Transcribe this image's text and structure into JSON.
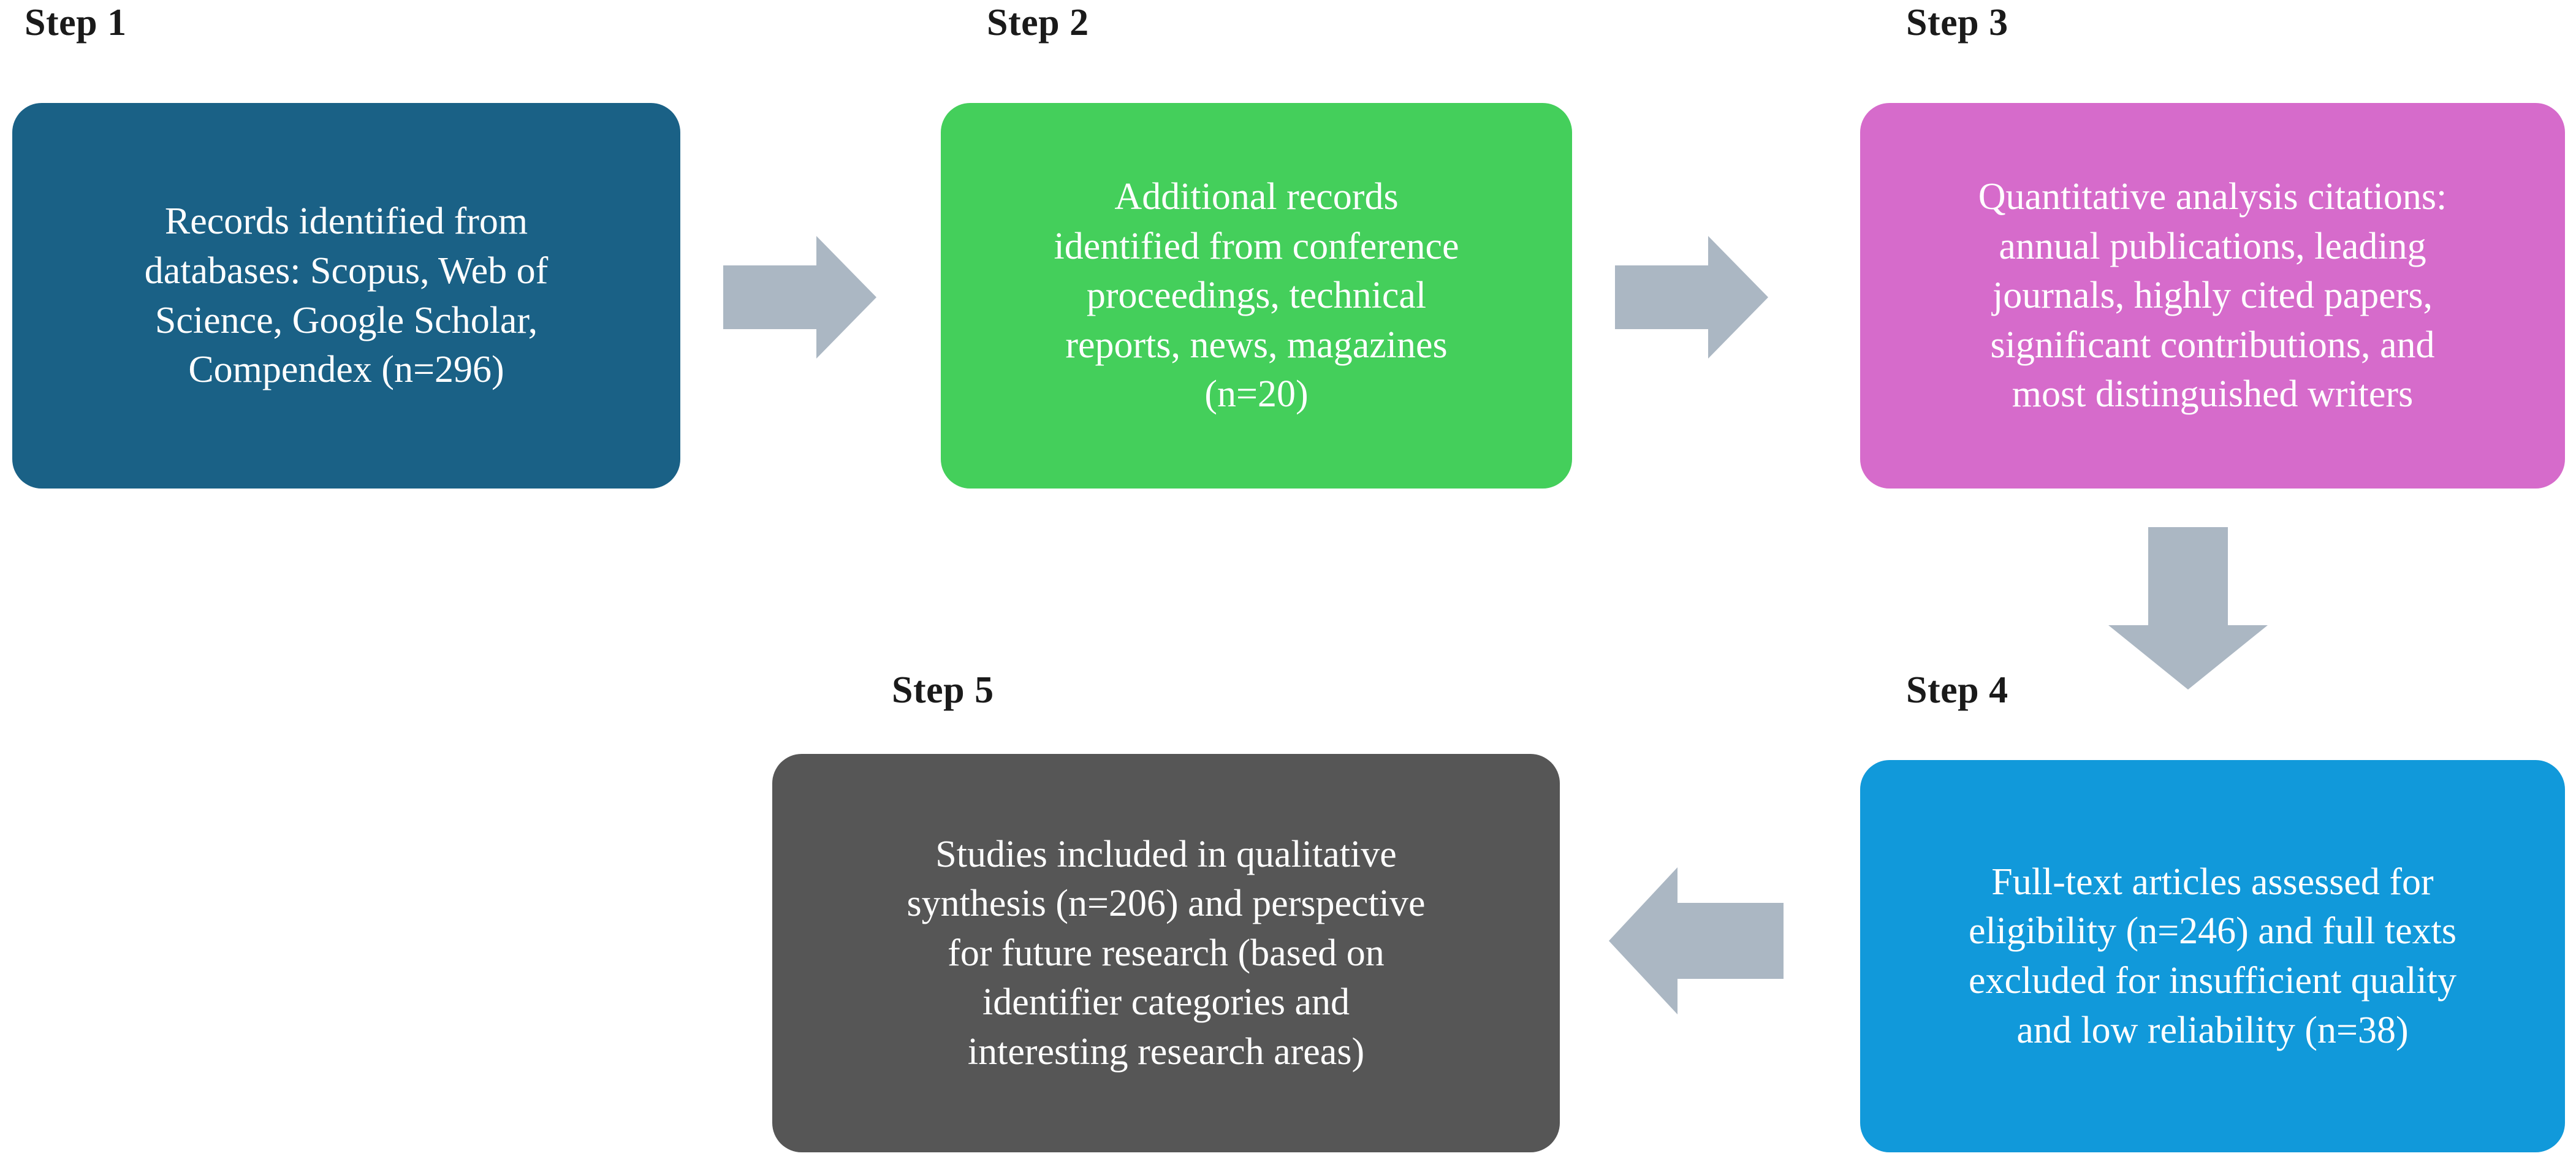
{
  "diagram": {
    "type": "flowchart",
    "title": "",
    "background_color": "#ffffff",
    "arrow_color": "#abb7c3",
    "steps": [
      {
        "label": "Step 1",
        "color": "#1a6186",
        "text": "Records identified from\ndatabases:  Scopus, Web of\nScience, Google Scholar,\nCompendex (n=296)",
        "n": "296"
      },
      {
        "label": "Step 2",
        "color": "#44cf5b",
        "text": "Additional records\nidentified from conference\nproceedings, technical\nreports, news, magazines\n(n=20)",
        "n": "20"
      },
      {
        "label": "Step 3",
        "color": "#d66bcb",
        "text": "Quantitative analysis citations:\nannual publications, leading\njournals, highly cited papers,\nsignificant contributions, and\nmost distinguished writers",
        "n": ""
      },
      {
        "label": "Step 4",
        "color": "#1199da",
        "text": "Full-text articles assessed for\neligibility (n=246) and full texts\nexcluded for insufficient quality\nand low reliability (n=38)",
        "n": "246"
      },
      {
        "label": "Step 5",
        "color": "#565656",
        "text": "Studies included in qualitative\nsynthesis (n=206) and perspective\nfor future research (based on\nidentifier categories and\ninteresting research areas)",
        "n": "206"
      }
    ],
    "connectors": [
      {
        "name": "arrow-step1-to-step2",
        "direction": "right"
      },
      {
        "name": "arrow-step2-to-step3",
        "direction": "right"
      },
      {
        "name": "arrow-step3-to-step4",
        "direction": "down"
      },
      {
        "name": "arrow-step4-to-step5",
        "direction": "left"
      }
    ]
  }
}
